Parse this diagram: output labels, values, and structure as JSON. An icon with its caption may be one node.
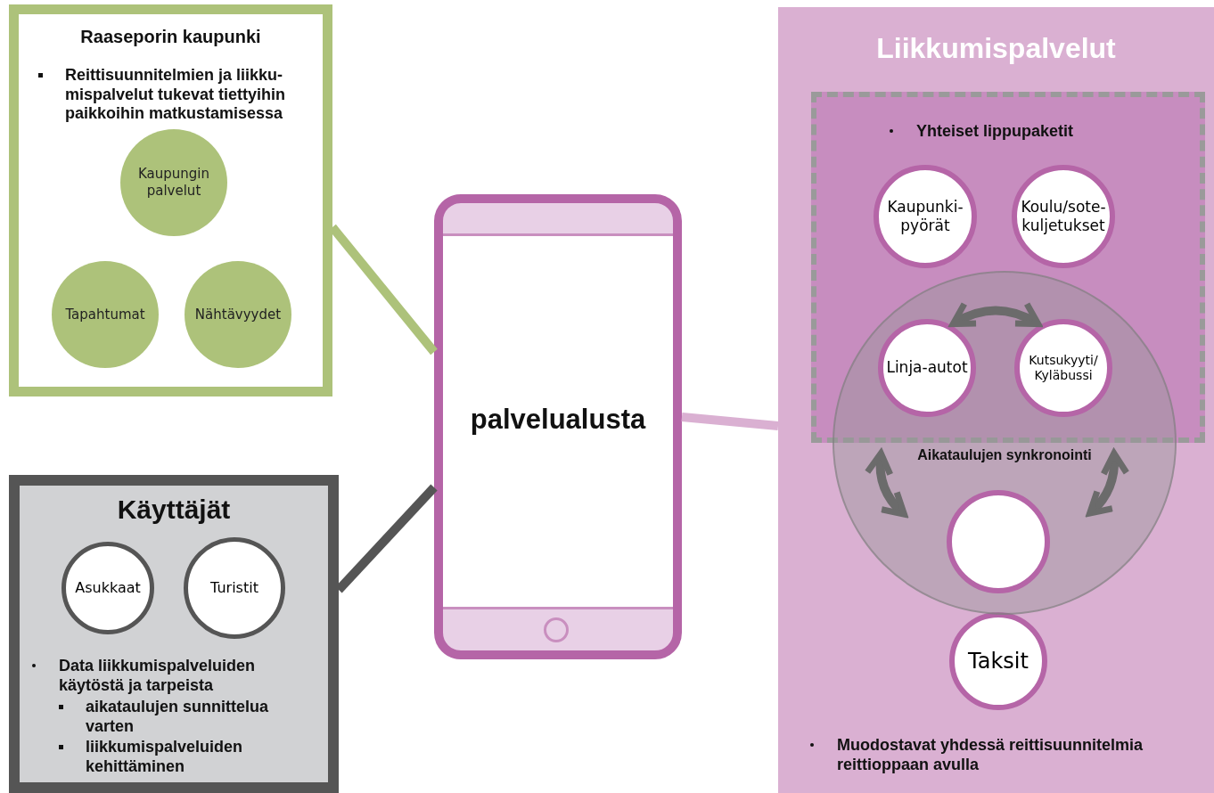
{
  "diagram": {
    "nodes": [
      {
        "text": [
          "Raaseporin kaupunki",
          "Reittisuunnitelmien ja liikku-mispalvelut tukevat tiettyihin paikkoihin matkustamisessa"
        ]
      },
      {
        "text": [
          "Kaupungin palvelut"
        ],
        "in": 0
      },
      {
        "text": [
          "Tapahtumat"
        ],
        "in": 0
      },
      {
        "text": [
          "Nähtävyydet"
        ],
        "in": 0
      },
      {
        "text": [
          "Käyttäjät",
          "Data liikkumispalveluiden käytöstä ja tarpeista",
          "aikataulujen sunnittelua varten",
          "liikkumispalveluiden kehittäminen"
        ]
      },
      {
        "text": [
          "Asukkaat"
        ],
        "in": 4
      },
      {
        "text": [
          "Turistit"
        ],
        "in": 4
      },
      {
        "text": [
          "palvelualusta"
        ]
      },
      {
        "text": [
          "Liikkumispalvelut",
          "Muodostavat yhdessä reittisuunnitelmia reittioppaan avulla"
        ]
      },
      {
        "text": [
          "Yhteiset lippupaketit"
        ],
        "in": 8
      },
      {
        "text": [
          "Aikataulujen synkronointi"
        ],
        "in": 8
      },
      {
        "text": [
          "Kaupunki-pyörät"
        ],
        "in": 9
      },
      {
        "text": [
          "Koulu/sote-kuljetukset"
        ],
        "in": 9
      },
      {
        "text": [
          "Linja-autot"
        ]
      },
      {
        "text": [
          "Kutsukyyti/ Kyläbussi"
        ]
      },
      {
        "text": [],
        "shape": "circle",
        "in": 10
      },
      {
        "text": [
          "Taksit"
        ],
        "in": 8
      }
    ],
    "edges": [
      {
        "from": 0,
        "to": 7,
        "arrow": "none",
        "color": "#adc27a"
      },
      {
        "from": 4,
        "to": 7,
        "arrow": "none",
        "color": "#555555"
      },
      {
        "from": 7,
        "to": 8,
        "arrow": "none",
        "color": "#dab0d2"
      },
      {
        "from": 13,
        "to": 14,
        "arrow": "both"
      },
      {
        "from": 13,
        "to": 15,
        "arrow": "both"
      },
      {
        "from": 14,
        "to": 15,
        "arrow": "both"
      }
    ]
  }
}
